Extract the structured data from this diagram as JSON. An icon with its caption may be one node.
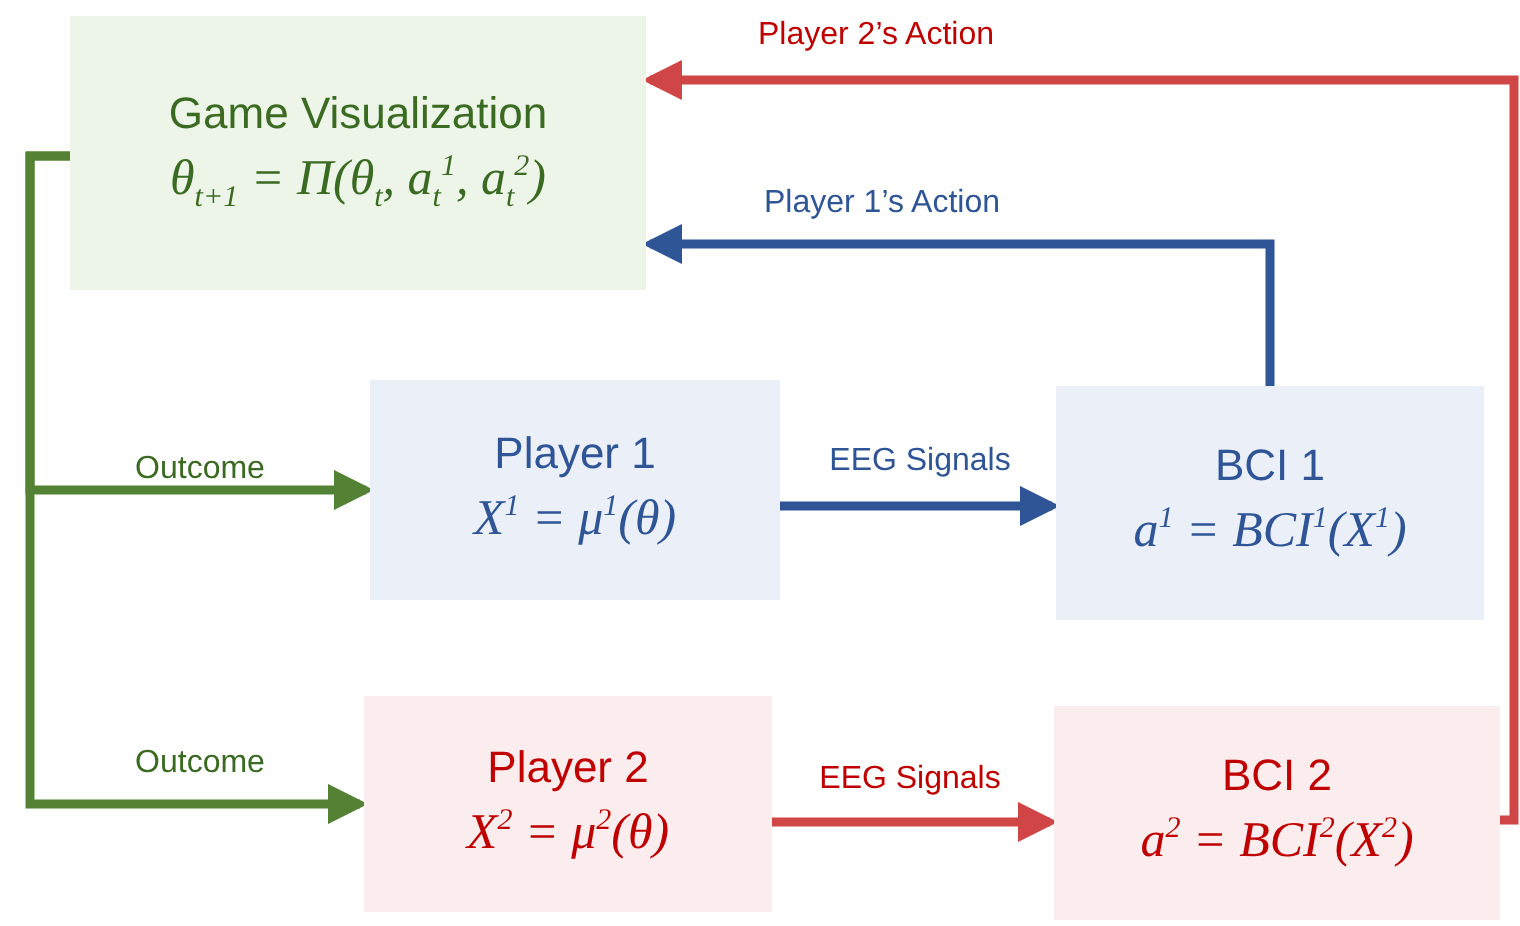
{
  "diagram": {
    "nodes": [
      {
        "text": [
          "Game Visualization",
          "θ$_{t+1}$ = Π(θ$_{t}$, a$_{t}$$^{1}$, a$_{t}$$^{2}$)"
        ]
      },
      {
        "text": [
          "Player 1",
          "X$^{1}$ = μ$^{1}$(θ)"
        ]
      },
      {
        "text": [
          "BCI 1",
          "a$^{1}$ = BCI$^{1}$(X$^{1}$)"
        ]
      },
      {
        "text": [
          "Player 2",
          "X$^{2}$ = μ$^{2}$(θ)"
        ]
      },
      {
        "text": [
          "BCI 2",
          "a$^{2}$ = BCI$^{2}$(X$^{2}$)"
        ]
      }
    ],
    "edges": [
      {
        "from": 0,
        "to": 1,
        "arrow": "to",
        "label": "Outcome",
        "color": "#548235"
      },
      {
        "from": 0,
        "to": 3,
        "arrow": "to",
        "label": "Outcome",
        "color": "#548235"
      },
      {
        "from": 1,
        "to": 2,
        "arrow": "to",
        "label": "EEG Signals",
        "color": "#2f5597"
      },
      {
        "from": 3,
        "to": 4,
        "arrow": "to",
        "label": "EEG Signals",
        "color": "#d04545"
      },
      {
        "from": 2,
        "to": 0,
        "arrow": "to",
        "label": "Player 1’s Action",
        "color": "#2f5597"
      },
      {
        "from": 4,
        "to": 0,
        "arrow": "to",
        "label": "Player 2’s Action",
        "color": "#d04545"
      }
    ]
  }
}
